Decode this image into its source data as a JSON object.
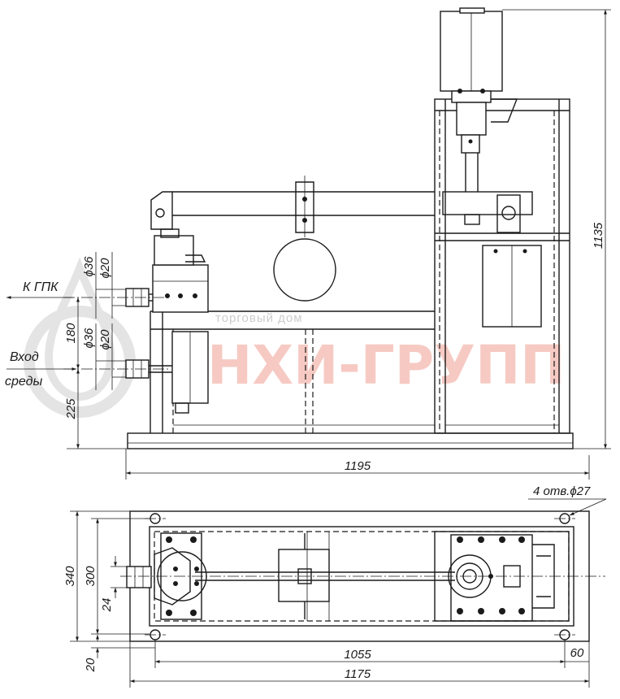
{
  "watermark": {
    "brand": "НХИ-ГРУПП",
    "site": "торговый дом",
    "brand_color": "#f3b9b0",
    "logo_color": "#e4e4e4"
  },
  "labels": {
    "to_gpk": "К ГПК",
    "inlet_line1": "Вход",
    "inlet_line2": "среды",
    "holes": "4 отв.ϕ27"
  },
  "dimensions": {
    "overall_height": "1135",
    "upper_port_dia_outer": "ϕ36",
    "upper_port_dia_inner": "ϕ20",
    "lower_port_dia_outer": "ϕ36",
    "lower_port_dia_inner": "ϕ20",
    "port_spacing": "180",
    "inlet_height": "225",
    "front_width": "1195",
    "plan_depth": "340",
    "plan_inner_depth": "300",
    "plan_offset": "24",
    "plan_margin": "20",
    "bolt_spacing": "1055",
    "bolt_edge": "60",
    "base_length": "1175"
  },
  "colors": {
    "line": "#1a1a1a",
    "background": "#ffffff"
  }
}
